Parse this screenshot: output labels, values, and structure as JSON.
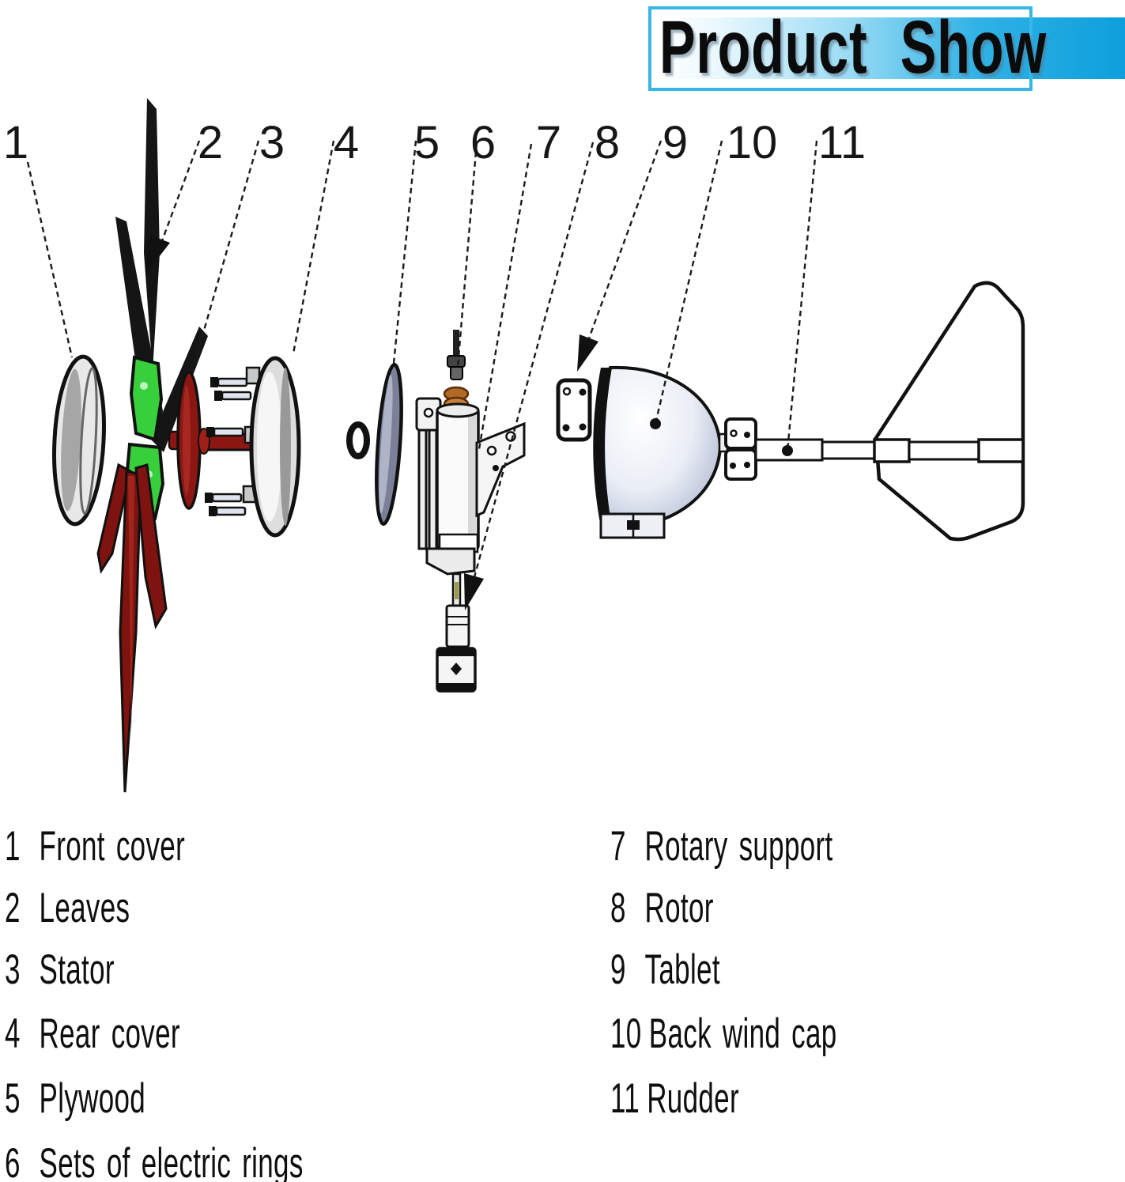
{
  "title": "Product Show",
  "callout_numbers": [
    "1",
    "2",
    "3",
    "4",
    "5",
    "6",
    "7",
    "8",
    "9",
    "10",
    "11"
  ],
  "legend": {
    "left": [
      {
        "num": "1",
        "label": "Front cover"
      },
      {
        "num": "2",
        "label": "Leaves"
      },
      {
        "num": "3",
        "label": "Stator"
      },
      {
        "num": "4",
        "label": "Rear cover"
      },
      {
        "num": "5",
        "label": "Plywood"
      },
      {
        "num": "6",
        "label": "Sets of electric rings"
      }
    ],
    "right": [
      {
        "num": "7",
        "label": "Rotary support"
      },
      {
        "num": "8",
        "label": "Rotor"
      },
      {
        "num": "9",
        "label": "Tablet"
      },
      {
        "num": "10",
        "label": "Back wind cap"
      },
      {
        "num": "11",
        "label": "Rudder"
      }
    ]
  },
  "colors": {
    "banner_border": "#38b6e6",
    "banner_blue": "#14a3de",
    "blade_dark": "#151515",
    "blade_red": "#7e1310",
    "hub_green": "#38cf3c",
    "stator_red": "#8c1712",
    "rings_copper": "#b06a28",
    "plywood": "#7b8098",
    "dome_shade": "#aeb8d0"
  }
}
